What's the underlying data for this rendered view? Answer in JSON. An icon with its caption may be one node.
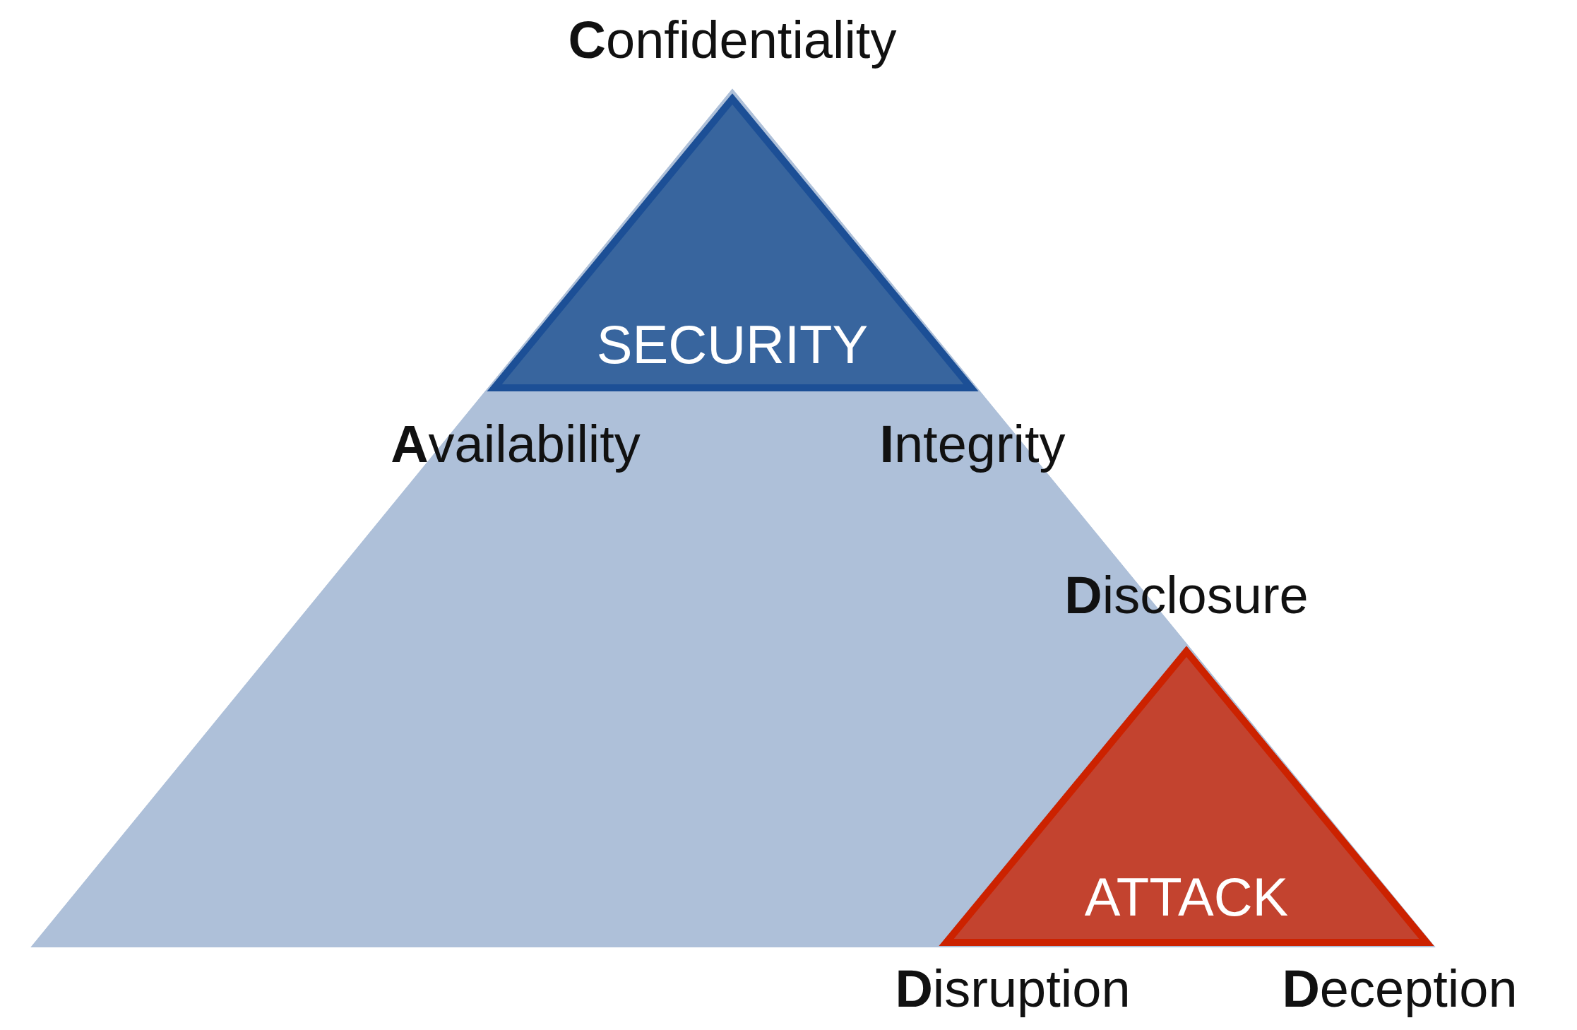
{
  "diagram": {
    "nodes": [
      {
        "text": [],
        "shape": "triangle"
      },
      {
        "text": [
          "SECURITY"
        ],
        "in": 0,
        "beside": [
          "**C**onfidentiality",
          "**A**vailability",
          "**I**ntegrity"
        ]
      },
      {
        "text": [
          "ATTACK"
        ],
        "in": 0,
        "beside": [
          "**D**isclosure",
          "**D**isruption",
          "**D**eception"
        ]
      }
    ]
  }
}
